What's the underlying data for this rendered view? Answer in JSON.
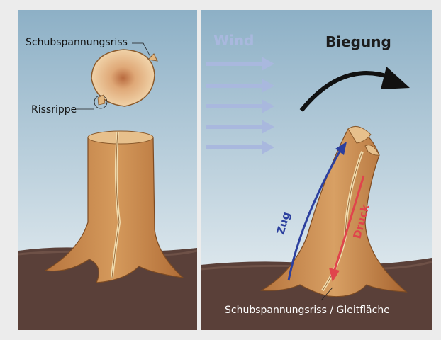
{
  "left_panel": {
    "label_shear_crack": "Schubspannungsriss",
    "label_crack_rib": "Rissrippe"
  },
  "right_panel": {
    "label_wind": "Wind",
    "label_bending": "Biegung",
    "label_tension": "Zug",
    "label_compression": "Druck",
    "label_bottom": "Schubspannungsriss / Gleitfläche"
  },
  "colors": {
    "sky_top": "#8fb3c8",
    "sky_bottom": "#e6eef2",
    "soil": "#5a4039",
    "wood": "#c98a4b",
    "wind_arrows": "#a9b8de",
    "tension_arrow": "#2b3f9e",
    "compression_arrow": "#e0444c"
  }
}
